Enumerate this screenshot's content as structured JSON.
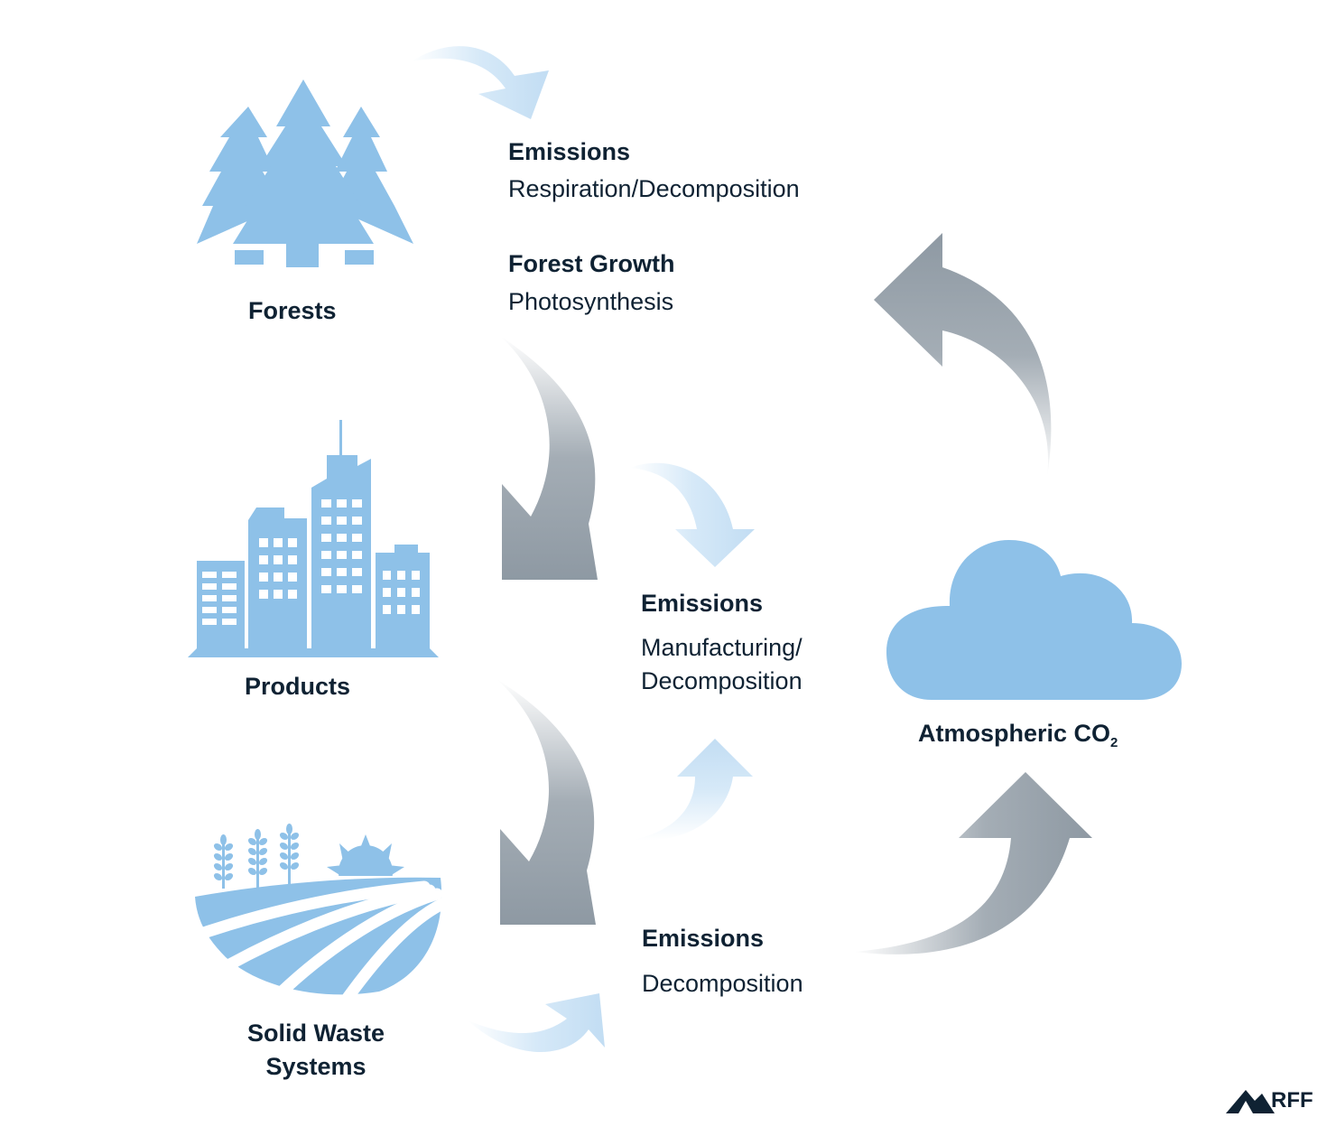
{
  "nodes": {
    "forests": "Forests",
    "products": "Products",
    "solid_waste": [
      "Solid Waste",
      "Systems"
    ],
    "atmosphere": {
      "text": "Atmospheric CO",
      "subscript": "2"
    }
  },
  "flows": {
    "forest_emissions": {
      "title": "Emissions",
      "detail": "Respiration/Decomposition"
    },
    "forest_growth": {
      "title": "Forest Growth",
      "detail": "Photosynthesis"
    },
    "product_emissions": {
      "title": "Emissions",
      "detail": [
        "Manufacturing/",
        "Decomposition"
      ]
    },
    "waste_emissions": {
      "title": "Emissions",
      "detail": "Decomposition"
    }
  },
  "logo": {
    "text": "RFF"
  },
  "colors": {
    "icon_blue": "#8ec1e8",
    "light_arrow": "#c6e1f6",
    "gray_arrow": "#949ea8",
    "text": "#0f2233"
  }
}
